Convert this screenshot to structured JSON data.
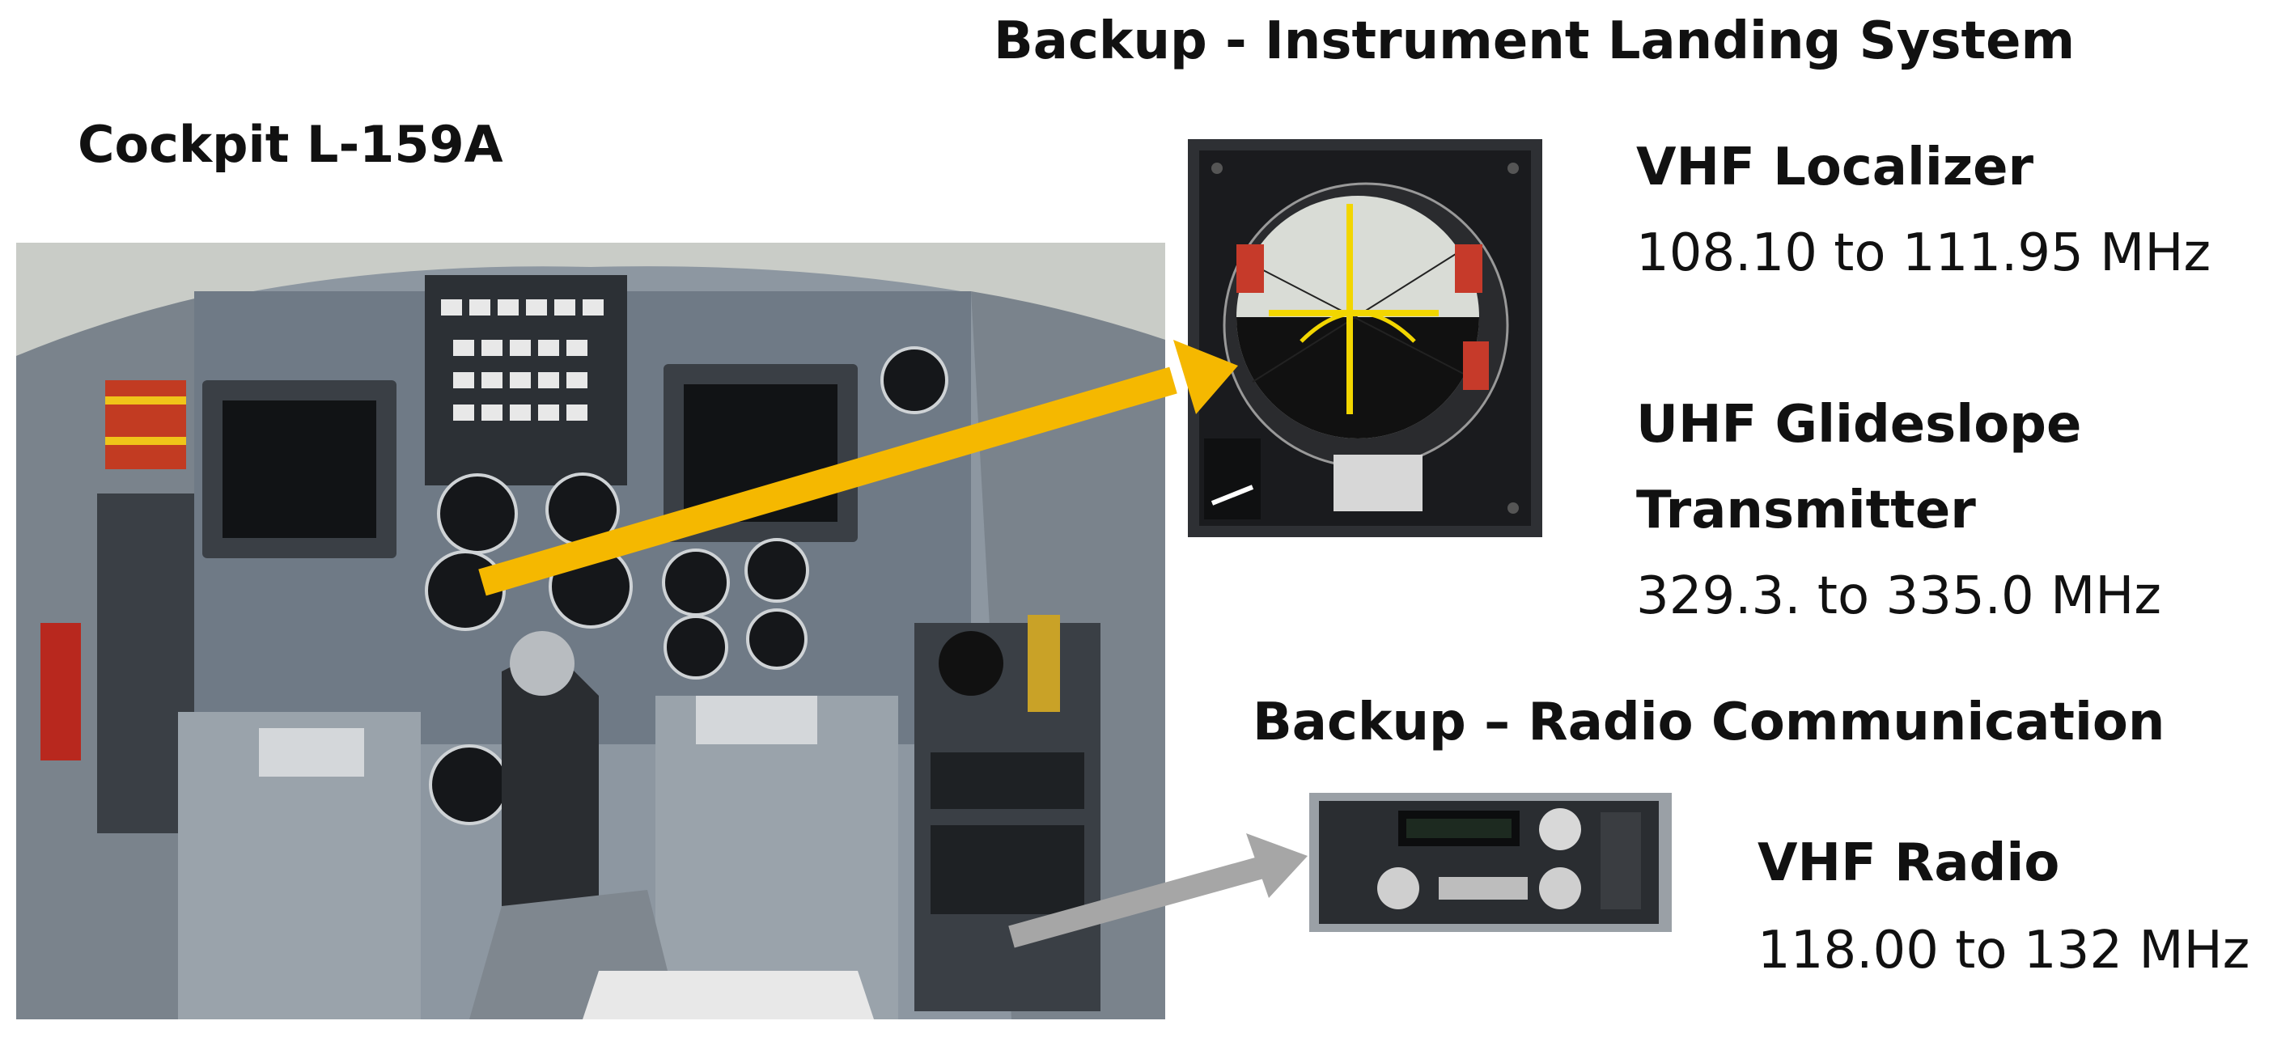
{
  "headings": {
    "ils_title": "Backup - Instrument Landing System",
    "cockpit_title": "Cockpit L-159A",
    "radio_title": "Backup – Radio Communication"
  },
  "specs": {
    "localizer": {
      "label": "VHF Localizer",
      "range": "108.10 to 111.95 MHz"
    },
    "glideslope": {
      "label_line1": "UHF Glideslope",
      "label_line2": "Transmitter",
      "range": "329.3. to 335.0 MHz"
    },
    "vhf_radio": {
      "label": "VHF Radio",
      "range": "118.00 to 132 MHz"
    }
  },
  "colors": {
    "ils_arrow": "#f5b800",
    "radio_arrow": "#a6a6a6",
    "panel_gray": "#6f7a86",
    "panel_dark": "#2a2d31"
  }
}
